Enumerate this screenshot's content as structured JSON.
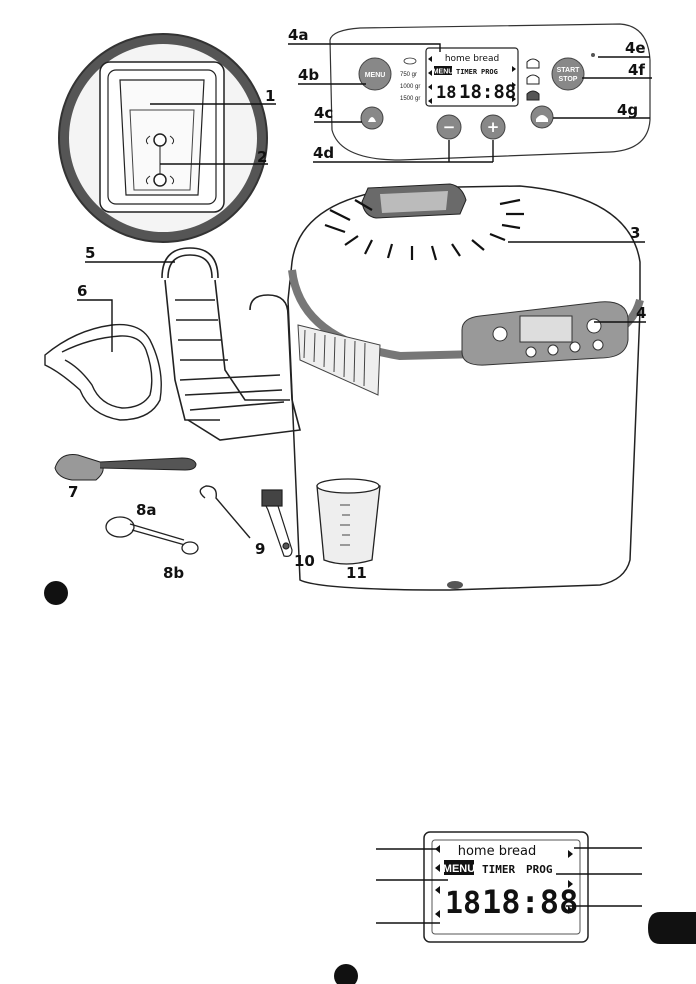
{
  "callouts": {
    "c1": "1",
    "c2": "2",
    "c3": "3",
    "c4": "4",
    "c4a": "4a",
    "c4b": "4b",
    "c4c": "4c",
    "c4d": "4d",
    "c4e": "4e",
    "c4f": "4f",
    "c4g": "4g",
    "c5": "5",
    "c6": "6",
    "c7": "7",
    "c8a": "8a",
    "c8b": "8b",
    "c9": "9",
    "c10": "10",
    "c11": "11"
  },
  "panel": {
    "menu_button": "MENU",
    "start_line1": "START",
    "start_line2": "STOP",
    "weight_750": "750 gr",
    "weight_1000": "1000 gr",
    "weight_1500": "1500 gr",
    "minus": "−",
    "plus": "+"
  },
  "display": {
    "brand": "home bread",
    "menu_tag": "MENU",
    "timer": "TIMER",
    "prog": "PROG",
    "program_digits": "18",
    "time_digits": "18:88"
  }
}
